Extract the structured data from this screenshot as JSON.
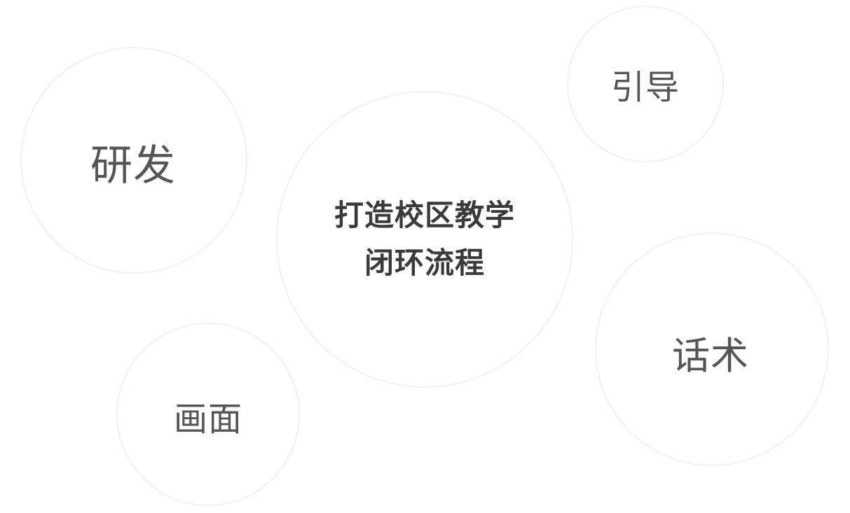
{
  "diagram": {
    "center": {
      "line1": "打造校区教学",
      "line2": "闭环流程"
    },
    "bubbles": {
      "research": "研发",
      "guide": "引导",
      "script": "话术",
      "visual": "画面"
    }
  },
  "colors": {
    "background": "#ffffff",
    "bubble_border": "#f0f0f0",
    "label_text": "#555555",
    "center_text": "#3a3a3a"
  }
}
